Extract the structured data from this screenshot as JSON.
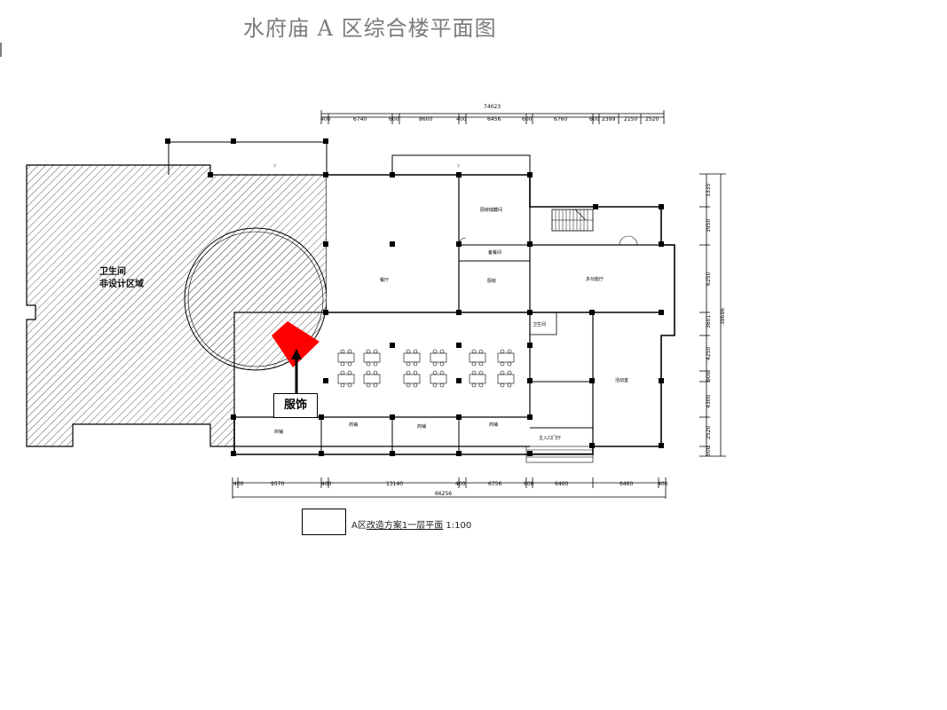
{
  "title": "水府庙 A 区综合楼平面图",
  "labels": {
    "wc_line1": "卫生间",
    "wc_line2": "非设计区域",
    "garment": "服饰",
    "caption_prefix": "A区",
    "caption_name": "改造方案1一层平面",
    "caption_scale": "1:100"
  },
  "dimensions_top": {
    "total": "74023",
    "segments": [
      "400",
      "6740",
      "600",
      "8600",
      "400",
      "6456",
      "600",
      "6760",
      "600",
      "2399",
      "2150",
      "2520"
    ]
  },
  "dimensions_bottom": {
    "total": "66256",
    "segments": [
      "400",
      "9570",
      "400",
      "13140",
      "400",
      "6756",
      "600",
      "6460",
      "6460",
      "400"
    ]
  },
  "dimensions_right": {
    "total": "38686",
    "segments": [
      "3335",
      "3950",
      "6250",
      "3601",
      "4250",
      "900",
      "4300",
      "2520",
      "500"
    ]
  },
  "colors": {
    "marker": "#ff0000",
    "hatch": "#5a5a5a",
    "title": "#7b7b7b"
  }
}
